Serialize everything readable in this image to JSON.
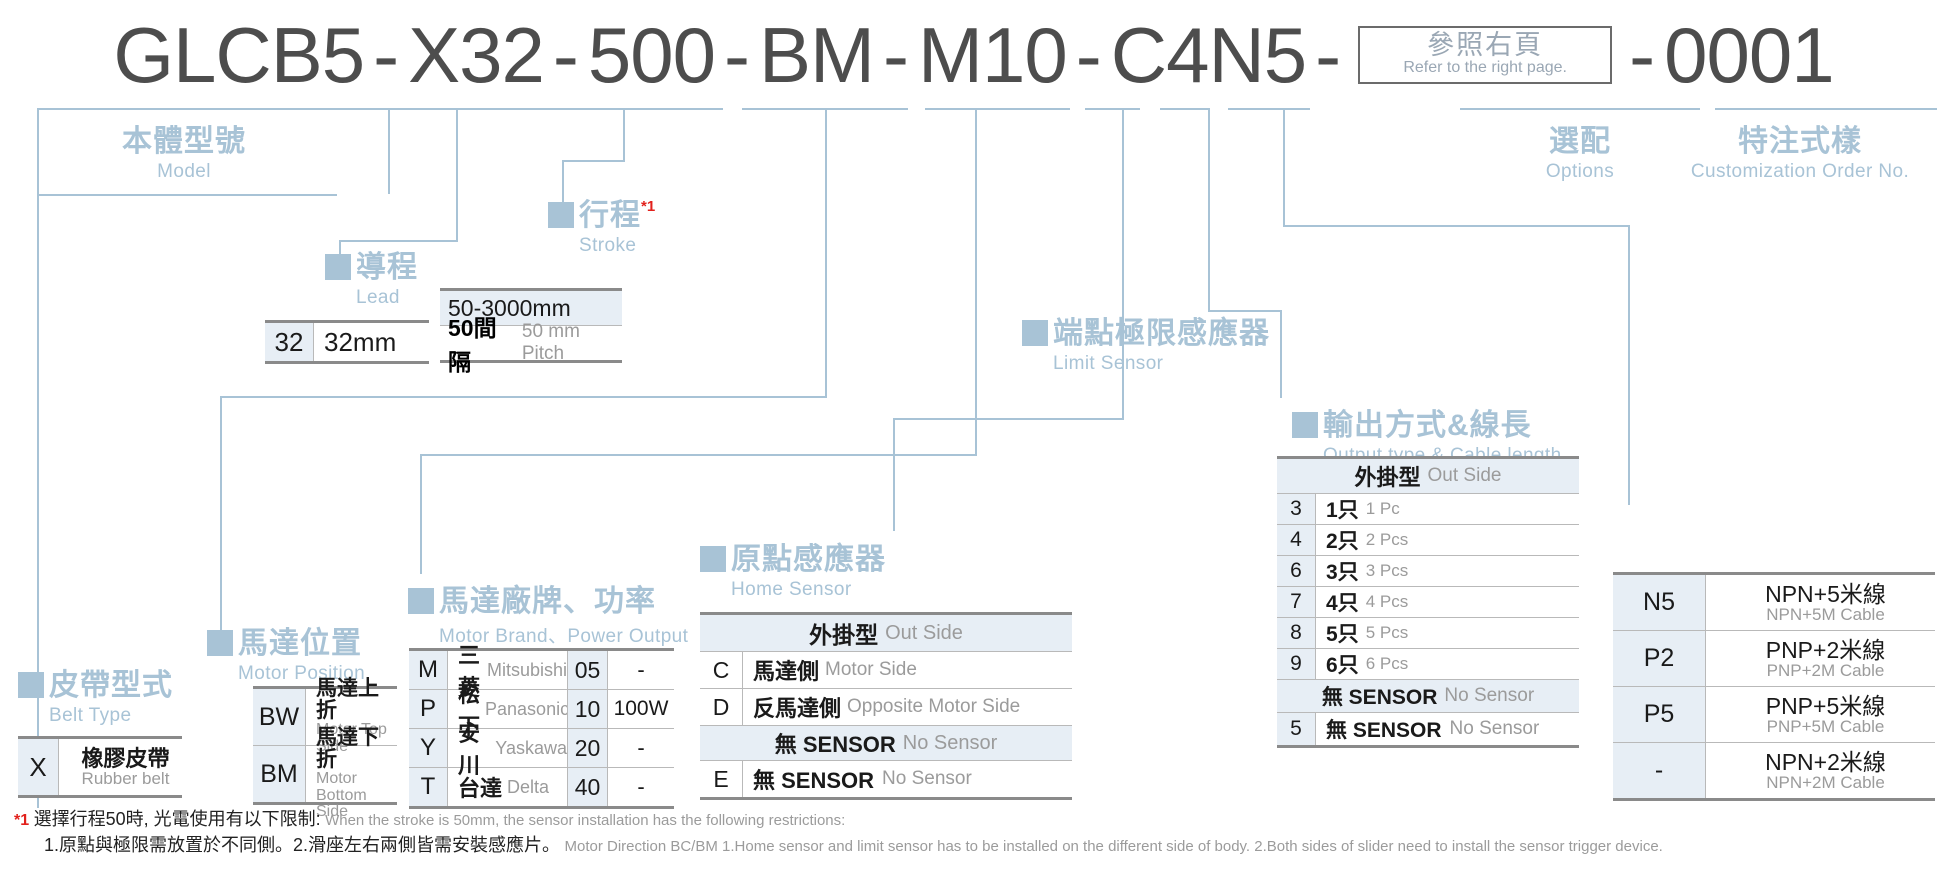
{
  "order_code": {
    "segments": [
      "GLCB5",
      "X32",
      "500",
      "BM",
      "M10",
      "C4N5"
    ],
    "separator": "-",
    "ref_box": {
      "zh": "參照右頁",
      "en": "Refer to the right page."
    },
    "suffix": "0001"
  },
  "groups": {
    "model": {
      "zh": "本體型號",
      "en": "Model"
    },
    "lead": {
      "zh": "導程",
      "en": "Lead"
    },
    "stroke": {
      "zh": "行程",
      "en": "Stroke",
      "note_mark": "*1"
    },
    "belt_type": {
      "zh": "皮帶型式",
      "en": "Belt Type"
    },
    "motor_pos": {
      "zh": "馬達位置",
      "en": "Motor Position"
    },
    "motor_brand": {
      "zh": "馬達廠牌、功率",
      "en": "Motor Brand、Power Output"
    },
    "home_sensor": {
      "zh": "原點感應器",
      "en": "Home Sensor"
    },
    "limit_sensor": {
      "zh": "端點極限感應器",
      "en": "Limit Sensor"
    },
    "options": {
      "zh": "選配",
      "en": "Options"
    },
    "custom": {
      "zh": "特注式樣",
      "en": "Customization Order No."
    },
    "output_type": {
      "zh": "輸出方式&線長",
      "en": "Output type & Cable length"
    }
  },
  "tables": {
    "lead": {
      "rows": [
        {
          "code": "32",
          "zh": "32mm",
          "en": ""
        }
      ]
    },
    "stroke": {
      "range": "50-3000mm",
      "pitch_zh": "50間隔",
      "pitch_en": "50 mm Pitch"
    },
    "belt_type": {
      "rows": [
        {
          "code": "X",
          "zh": "橡膠皮帶",
          "en": "Rubber belt"
        }
      ]
    },
    "motor_position": {
      "rows": [
        {
          "code": "BW",
          "zh": "馬達上折",
          "en": "Motor Top Side"
        },
        {
          "code": "BM",
          "zh": "馬達下折",
          "en": "Motor Bottom Side"
        }
      ]
    },
    "motor_brand": {
      "rows": [
        {
          "code": "M",
          "zh": "三菱",
          "en": "Mitsubishi",
          "power_code": "05",
          "power": "-"
        },
        {
          "code": "P",
          "zh": "松下",
          "en": "Panasonic",
          "power_code": "10",
          "power": "100W"
        },
        {
          "code": "Y",
          "zh": "安川",
          "en": "Yaskawa",
          "power_code": "20",
          "power": "-"
        },
        {
          "code": "T",
          "zh": "台達",
          "en": "Delta",
          "power_code": "40",
          "power": "-"
        }
      ]
    },
    "home_sensor": {
      "header_zh": "外掛型",
      "header_en": "Out Side",
      "rows": [
        {
          "code": "C",
          "zh": "馬達側",
          "en": "Motor Side"
        },
        {
          "code": "D",
          "zh": "反馬達側",
          "en": "Opposite Motor Side"
        }
      ],
      "subheader_zh": "無 SENSOR",
      "subheader_en": "No Sensor",
      "rows2": [
        {
          "code": "E",
          "zh": "無 SENSOR",
          "en": "No Sensor"
        }
      ]
    },
    "limit_sensor": {
      "header_zh": "外掛型",
      "header_en": "Out Side",
      "rows": [
        {
          "code": "3",
          "zh": "1只",
          "en": "1 Pc"
        },
        {
          "code": "4",
          "zh": "2只",
          "en": "2 Pcs"
        },
        {
          "code": "6",
          "zh": "3只",
          "en": "3 Pcs"
        },
        {
          "code": "7",
          "zh": "4只",
          "en": "4 Pcs"
        },
        {
          "code": "8",
          "zh": "5只",
          "en": "5 Pcs"
        },
        {
          "code": "9",
          "zh": "6只",
          "en": "6 Pcs"
        }
      ],
      "subheader_zh": "無 SENSOR",
      "subheader_en": "No Sensor",
      "rows2": [
        {
          "code": "5",
          "zh": "無 SENSOR",
          "en": "No Sensor"
        }
      ]
    },
    "output_type": {
      "rows": [
        {
          "code": "N5",
          "zh": "NPN+5米線",
          "en": "NPN+5M Cable"
        },
        {
          "code": "P2",
          "zh": "PNP+2米線",
          "en": "PNP+2M Cable"
        },
        {
          "code": "P5",
          "zh": "PNP+5米線",
          "en": "PNP+5M Cable"
        },
        {
          "code": "-",
          "zh": "NPN+2米線",
          "en": "NPN+2M Cable"
        }
      ]
    }
  },
  "footnote": {
    "mark": "*1",
    "line1_zh": "選擇行程50時, 光電使用有以下限制:",
    "line1_en": "When the stroke is 50mm, the sensor installation has  the following restrictions:",
    "line2_zh": "1.原點與極限需放置於不同側。2.滑座左右兩側皆需安裝感應片。",
    "line2_en": "Motor Direction BC/BM 1.Home sensor and limit sensor has to be installed on the different side of body.  2.Both sides of slider need to install the sensor trigger device."
  },
  "colors": {
    "accent": "#a8c3d6",
    "code_text": "#4d4d4d",
    "cell_bg": "#e7eef5",
    "red": "#e2211c"
  }
}
